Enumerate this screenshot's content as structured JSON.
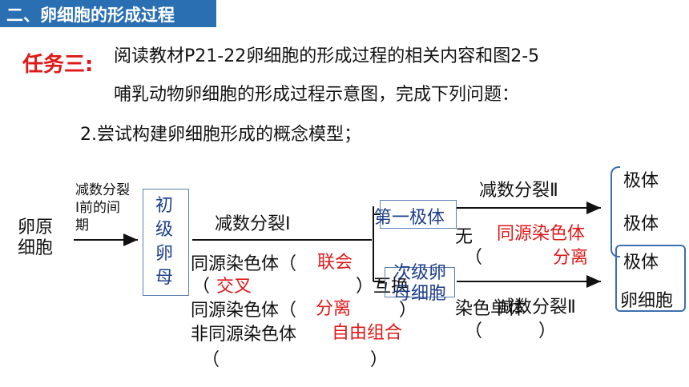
{
  "header": {
    "title": "二、卵细胞的形成过程"
  },
  "task": {
    "label": "任务三:",
    "line1": "阅读教材P21-22卵细胞的形成过程的相关内容和图2-5",
    "line2": "哺乳动物卵细胞的形成过程示意图，完成下列问题：",
    "question": "2.尝试构建卵细胞形成的概念模型；"
  },
  "diagram": {
    "start": "卵原细胞",
    "interphase": "减数分裂Ⅰ前的间期",
    "primary_oocyte": "初级卵母",
    "meiosis1": "减数分裂Ⅰ",
    "homolog": "同源染色体（",
    "synapsis": "联会",
    "crossover": "交叉",
    "homolog2": "同源染色体（",
    "separate": "分离",
    "nonhomolog": "非同源染色体",
    "free_combination": "自由组合",
    "open_paren": "（",
    "close_paren": "）",
    "exchange": "互换",
    "first_polar_body": "第一极体",
    "secondary_oocyte": "次级卵母细胞",
    "meiosis2_top": "减数分裂Ⅱ",
    "no": "无",
    "homolog_red": "同源染色体",
    "separate2": "分离",
    "meiosis2_bottom": "减数分裂Ⅱ",
    "polar_body_1": "极体",
    "polar_body_2": "极体",
    "polar_body_3": "极体",
    "egg_cell": "卵细胞",
    "overlap_text": "染色单体"
  }
}
